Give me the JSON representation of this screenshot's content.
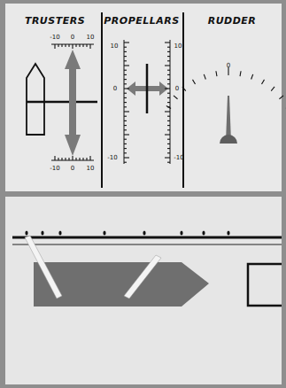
{
  "diagram": {
    "labels": [
      "TRUSTERS",
      "PROPELLARS",
      "RUDDER",
      "-10",
      "0",
      "10",
      "-10",
      "0",
      "10",
      "10",
      "0",
      "-10",
      "10",
      "0",
      "-10",
      "0"
    ]
  }
}
